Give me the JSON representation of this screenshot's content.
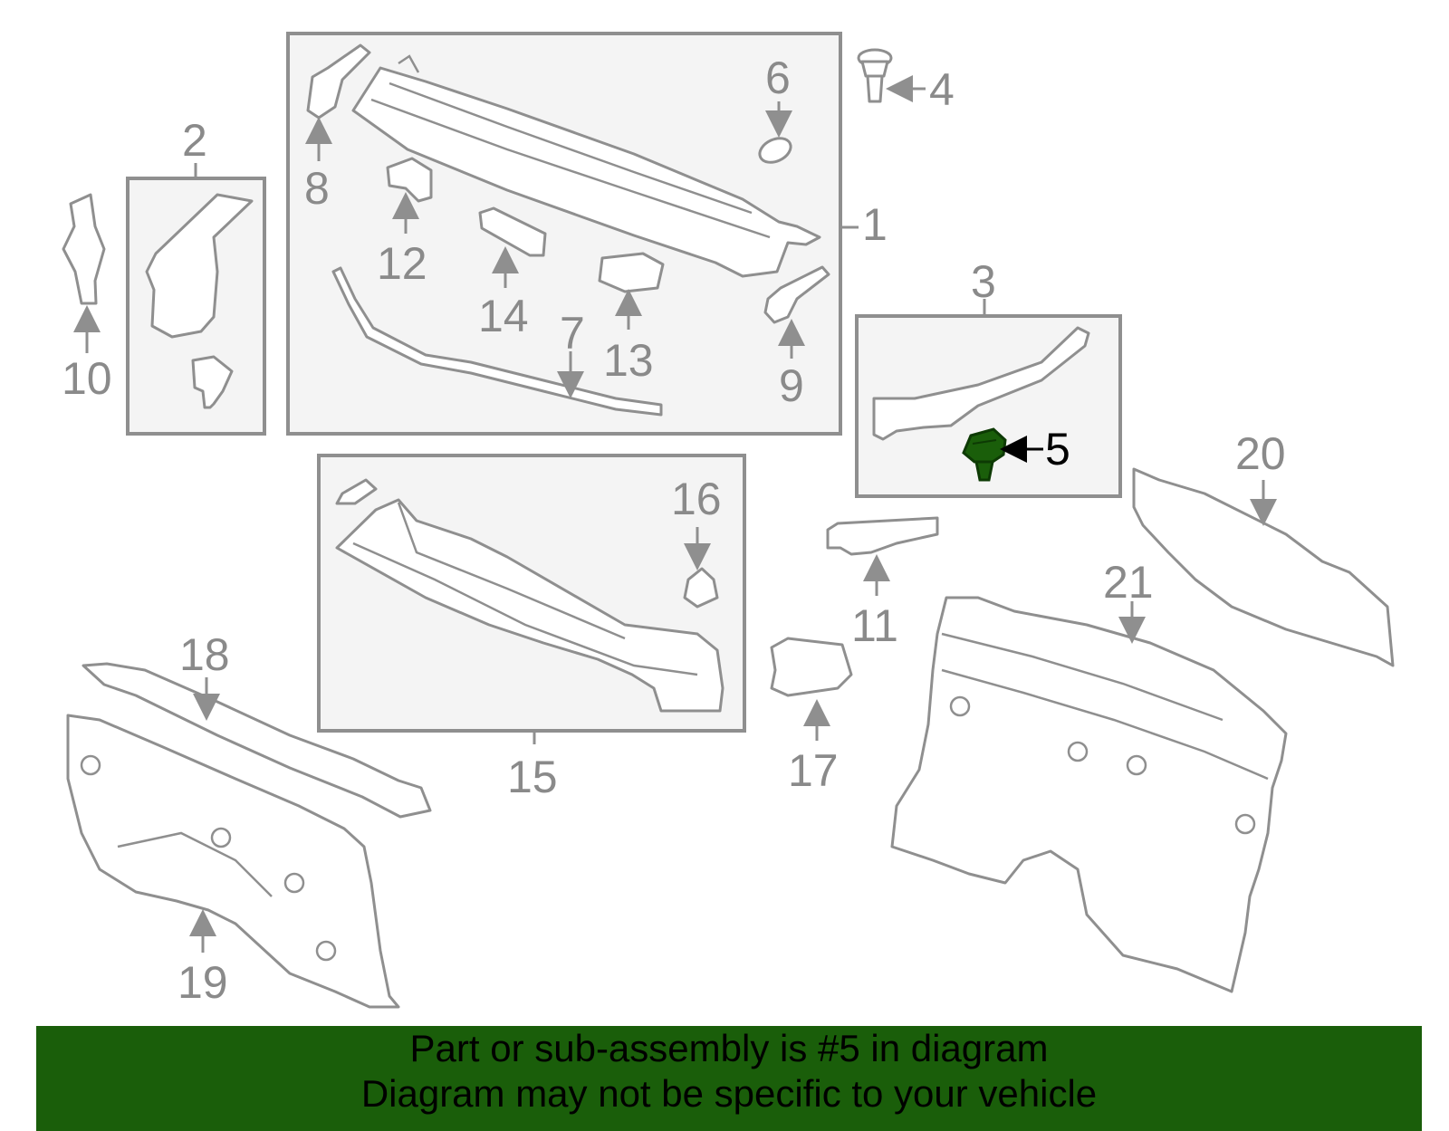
{
  "diagram": {
    "callouts": [
      "1",
      "2",
      "3",
      "4",
      "5",
      "6",
      "7",
      "8",
      "9",
      "10",
      "11",
      "12",
      "13",
      "14",
      "15",
      "16",
      "17",
      "18",
      "19",
      "20",
      "21"
    ],
    "highlighted_part": "5",
    "highlight_color": "#1a5e0a"
  },
  "banner": {
    "line1": "Part or sub-assembly is #5 in diagram",
    "line2": "Diagram may not be specific to your vehicle",
    "background": "#1a5e0a"
  }
}
